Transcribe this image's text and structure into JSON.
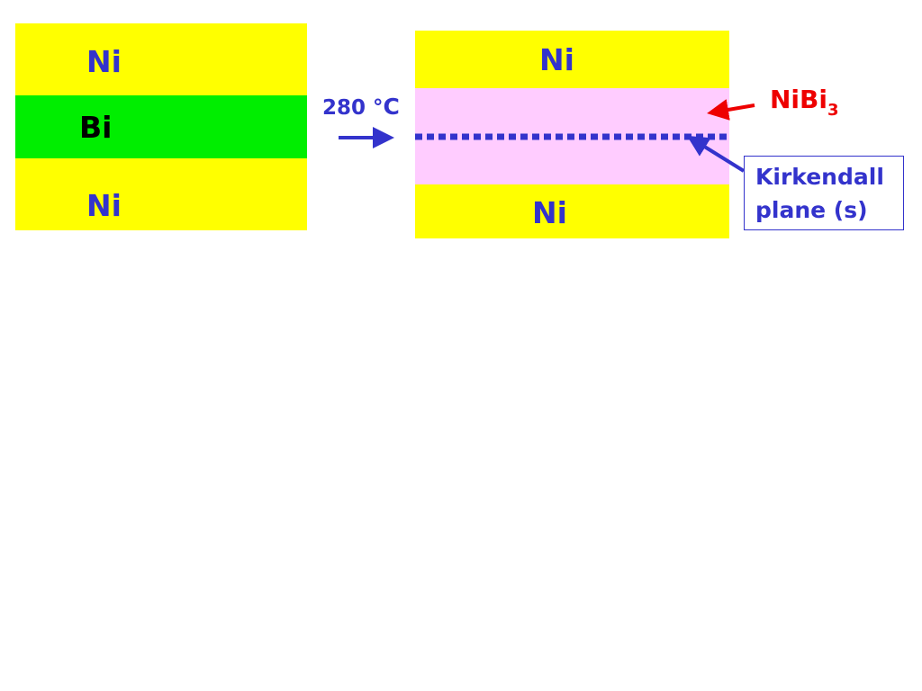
{
  "colors": {
    "ni": "#ffff00",
    "bi": "#00ee00",
    "nibi3": "#ffccff",
    "label_blue": "#3333cc",
    "label_red": "#ee0000",
    "label_black": "#000000"
  },
  "before": {
    "top_label": "Ni",
    "middle_label": "Bi",
    "bottom_label": "Ni"
  },
  "process": {
    "temperature_value": "280 °",
    "temperature_unit": "C"
  },
  "after": {
    "top_label": "Ni",
    "bottom_label": "Ni",
    "phase_label": "NiBi",
    "phase_subscript": "3"
  },
  "kirkendall": {
    "line1": "Kirkendall",
    "line2": "plane (s)"
  }
}
